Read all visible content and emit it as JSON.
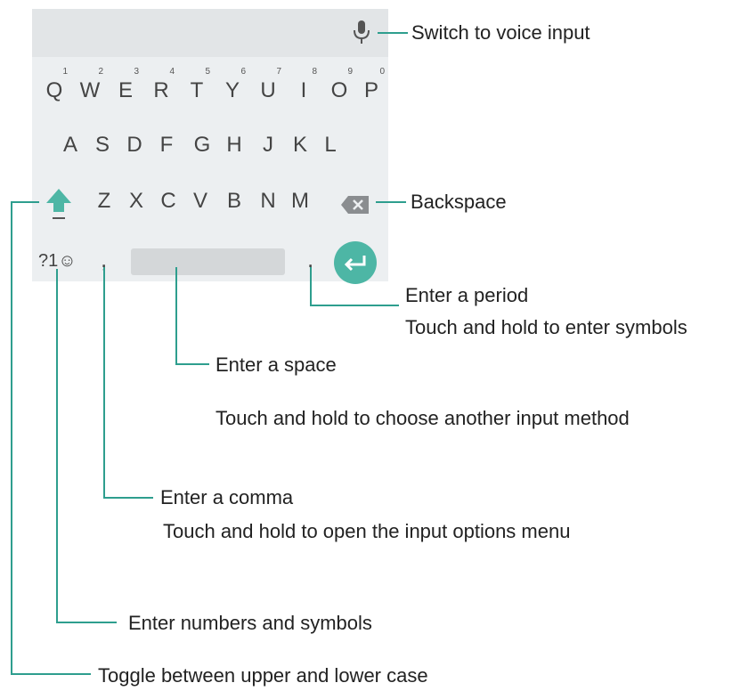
{
  "keyboard": {
    "row1": [
      {
        "letter": "Q",
        "hint": "1"
      },
      {
        "letter": "W",
        "hint": "2"
      },
      {
        "letter": "E",
        "hint": "3"
      },
      {
        "letter": "R",
        "hint": "4"
      },
      {
        "letter": "T",
        "hint": "5"
      },
      {
        "letter": "Y",
        "hint": "6"
      },
      {
        "letter": "U",
        "hint": "7"
      },
      {
        "letter": "I",
        "hint": "8"
      },
      {
        "letter": "O",
        "hint": "9"
      },
      {
        "letter": "P",
        "hint": "0"
      }
    ],
    "row2": [
      "A",
      "S",
      "D",
      "F",
      "G",
      "H",
      "J",
      "K",
      "L"
    ],
    "row3": [
      "Z",
      "X",
      "C",
      "V",
      "B",
      "N",
      "M"
    ],
    "symbols_key": "?1☺",
    "comma_key": ",",
    "period_key": "."
  },
  "callouts": {
    "voice": "Switch to voice input",
    "backspace": "Backspace",
    "period_line1": "Enter a period",
    "period_line2": "Touch and hold to enter symbols",
    "space_line1": "Enter a space",
    "space_line2": "Touch and hold to choose another input method",
    "comma_line1": "Enter a comma",
    "comma_line2": "Touch and hold to open the input options menu",
    "numbers": "Enter numbers and symbols",
    "shift": "Toggle between upper and lower case"
  },
  "colors": {
    "accent": "#4db6a5",
    "callout_line": "#2e9e8e",
    "keyboard_bg": "#eceff1"
  },
  "icons": [
    "microphone-icon",
    "shift-arrow-icon",
    "backspace-icon",
    "enter-arrow-icon"
  ]
}
